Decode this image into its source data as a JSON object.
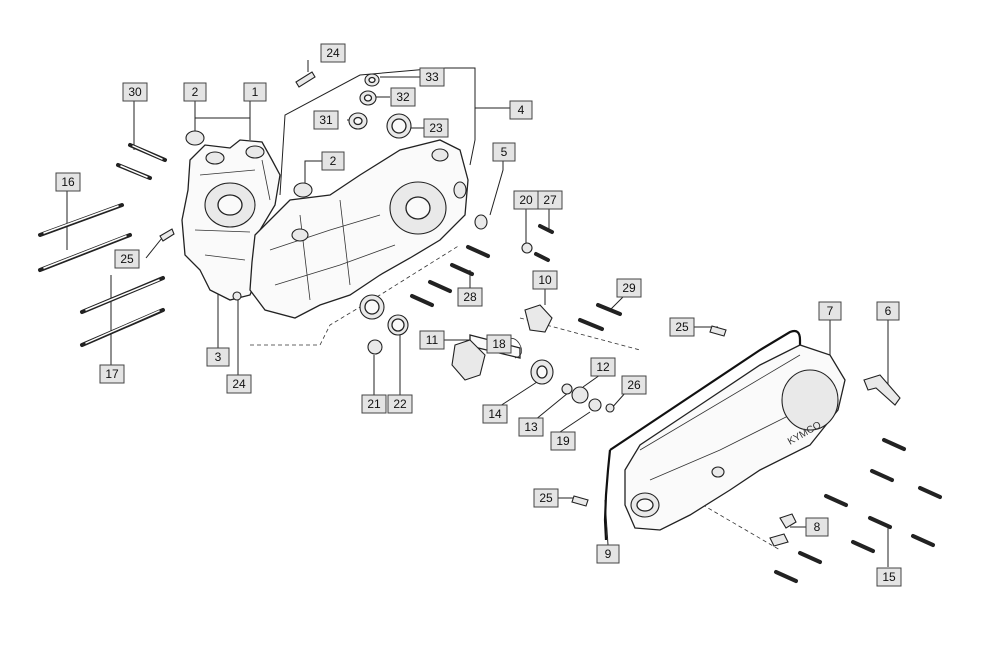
{
  "callouts": [
    {
      "text": "24"
    },
    {
      "text": "33"
    },
    {
      "text": "32"
    },
    {
      "text": "31"
    },
    {
      "text": "23"
    },
    {
      "text": "30"
    },
    {
      "text": "2"
    },
    {
      "text": "1"
    },
    {
      "text": "4"
    },
    {
      "text": "2"
    },
    {
      "text": "5"
    },
    {
      "text": "16"
    },
    {
      "text": "20"
    },
    {
      "text": "27"
    },
    {
      "text": "25"
    },
    {
      "text": "28"
    },
    {
      "text": "10"
    },
    {
      "text": "29"
    },
    {
      "text": "25"
    },
    {
      "text": "7"
    },
    {
      "text": "6"
    },
    {
      "text": "11"
    },
    {
      "text": "18"
    },
    {
      "text": "3"
    },
    {
      "text": "24"
    },
    {
      "text": "17"
    },
    {
      "text": "12"
    },
    {
      "text": "26"
    },
    {
      "text": "21"
    },
    {
      "text": "22"
    },
    {
      "text": "14"
    },
    {
      "text": "13"
    },
    {
      "text": "19"
    },
    {
      "text": "25"
    },
    {
      "text": "8"
    },
    {
      "text": "9"
    },
    {
      "text": "15"
    }
  ],
  "cover_text": "KYMCO"
}
